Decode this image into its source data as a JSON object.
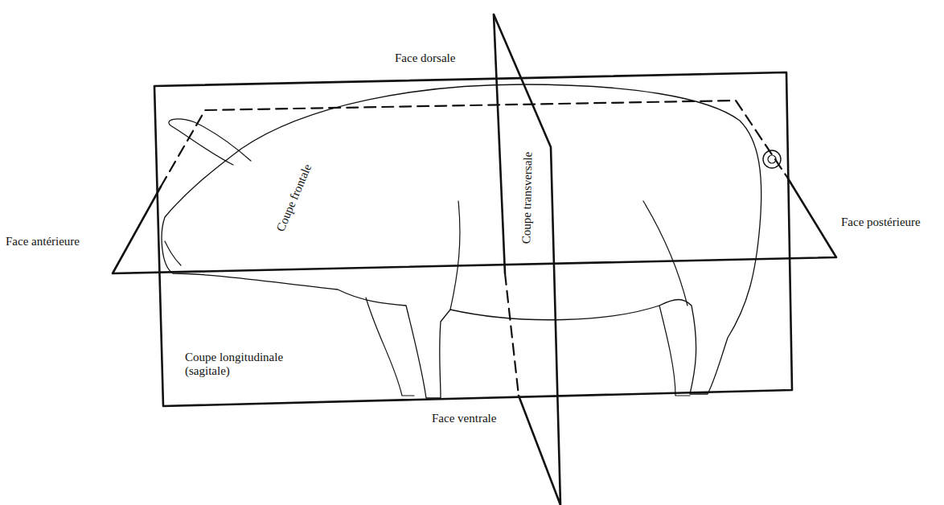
{
  "diagram": {
    "labels": [
      "Face dorsale",
      "Coupe frontale",
      "Coupe transversale",
      "Face antérieure",
      "Face postérieure",
      "Coupe longitudinale (sagitale)",
      "Face ventrale"
    ]
  }
}
